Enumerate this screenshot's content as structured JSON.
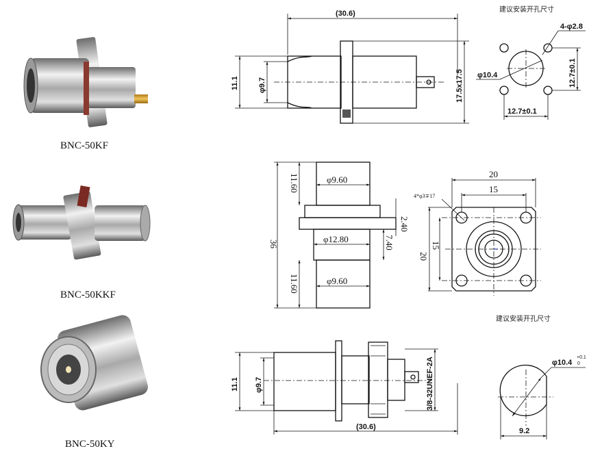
{
  "products": [
    {
      "name": "BNC-50KF"
    },
    {
      "name": "BNC-50KKF"
    },
    {
      "name": "BNC-50KY"
    }
  ],
  "drawing_kf": {
    "length": "(30.6)",
    "outer_dia": "11.1",
    "inner_dia": "φ9.7",
    "flange": "17.5x17.5"
  },
  "cutout_kf": {
    "title": "建议安装开孔尺寸",
    "holes": "4-φ2.8",
    "center_dia": "φ10.4",
    "spacing_v": "12.7±0.1",
    "spacing_h": "12.7±0.1"
  },
  "drawing_kkf": {
    "top_len": "11.60",
    "top_dia": "φ9.60",
    "total": "36",
    "mid_dia": "φ12.80",
    "flange_t": "2.40",
    "mid_len": "7.40",
    "bottom_len": "11.60",
    "bottom_dia": "φ9.60"
  },
  "square_kkf": {
    "width": "20",
    "hole_spacing": "15",
    "holes": "4*φ3∓17",
    "hole_spacing_v": "15",
    "height": "20"
  },
  "drawing_ky": {
    "outer_dia": "11.1",
    "inner_dia": "φ9.7",
    "thread": "3/8-32UNEF-2A",
    "length": "(30.6)"
  },
  "cutout_ky": {
    "title": "建议安装开孔尺寸",
    "dia": "φ10.4",
    "tol_upper": "+0.1",
    "tol_lower": "0",
    "flat": "9.2"
  }
}
